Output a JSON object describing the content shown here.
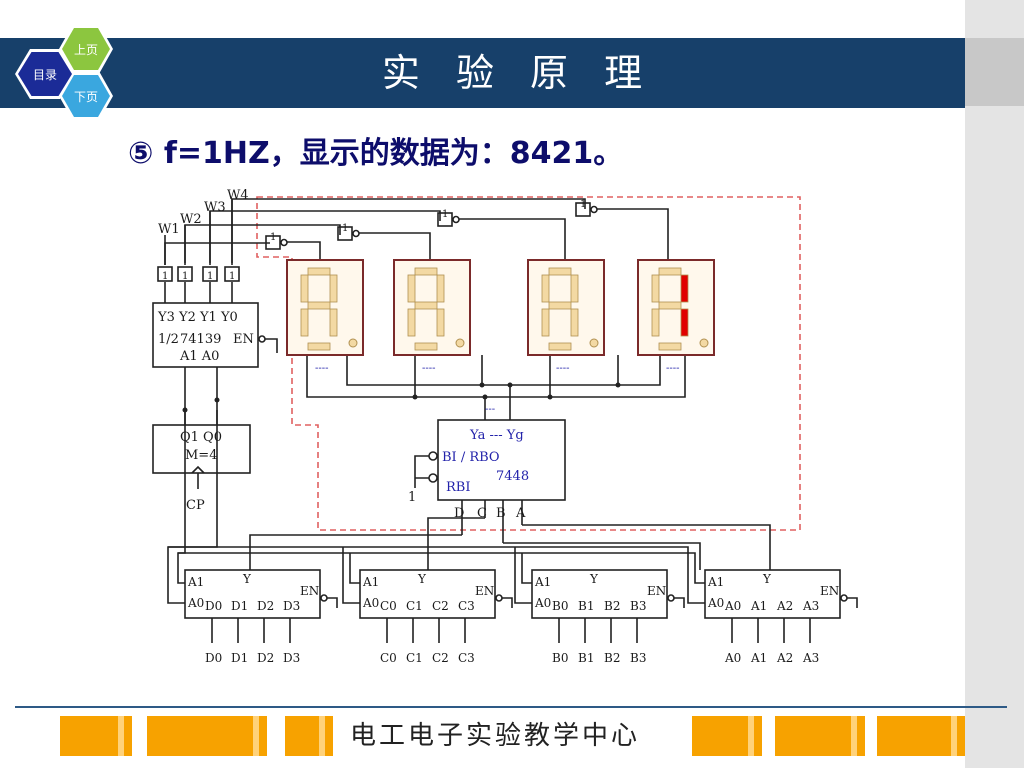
{
  "nav": {
    "mulu": "目录",
    "shang": "上页",
    "xia": "下页"
  },
  "title": "实 验 原 理",
  "subtitle": "⑤ f=1HZ，显示的数据为：8421。",
  "footer": "电工电子实验教学中心",
  "circuit": {
    "w_labels": [
      "W1",
      "W2",
      "W3",
      "W4"
    ],
    "ic_74139": {
      "outputs": "Y3 Y2 Y1 Y0",
      "half": "1/2",
      "name": "74139",
      "inputs": "A1 A0",
      "enable": "EN"
    },
    "counter": {
      "outputs": "Q1 Q0",
      "name": "M=4",
      "clock": "CP"
    },
    "ic_7448": {
      "outputs": "Ya --- Yg",
      "bi": "BI / RBO",
      "rbi": "RBI",
      "name": "7448",
      "one": "1",
      "inputs": [
        "D",
        "C",
        "B",
        "A"
      ]
    },
    "mux_common": {
      "a1": "A1",
      "a0": "A0",
      "y": "Y",
      "en": "EN"
    },
    "muxes": [
      {
        "pins": [
          "D0",
          "D1",
          "D2",
          "D3"
        ]
      },
      {
        "pins": [
          "C0",
          "C1",
          "C2",
          "C3"
        ]
      },
      {
        "pins": [
          "B0",
          "B1",
          "B2",
          "B3"
        ]
      },
      {
        "pins": [
          "A0",
          "A1",
          "A2",
          "A3"
        ]
      }
    ],
    "buffer_label": "1",
    "dashes": "----",
    "dots": "---"
  },
  "colors": {
    "title_bar": "#17406a",
    "seg_off": "#f3d9a3",
    "seg_on": "#e00000",
    "display_border": "#7b2a2a",
    "dashed_box": "#e06060",
    "footer_orange": "#f7a200"
  }
}
